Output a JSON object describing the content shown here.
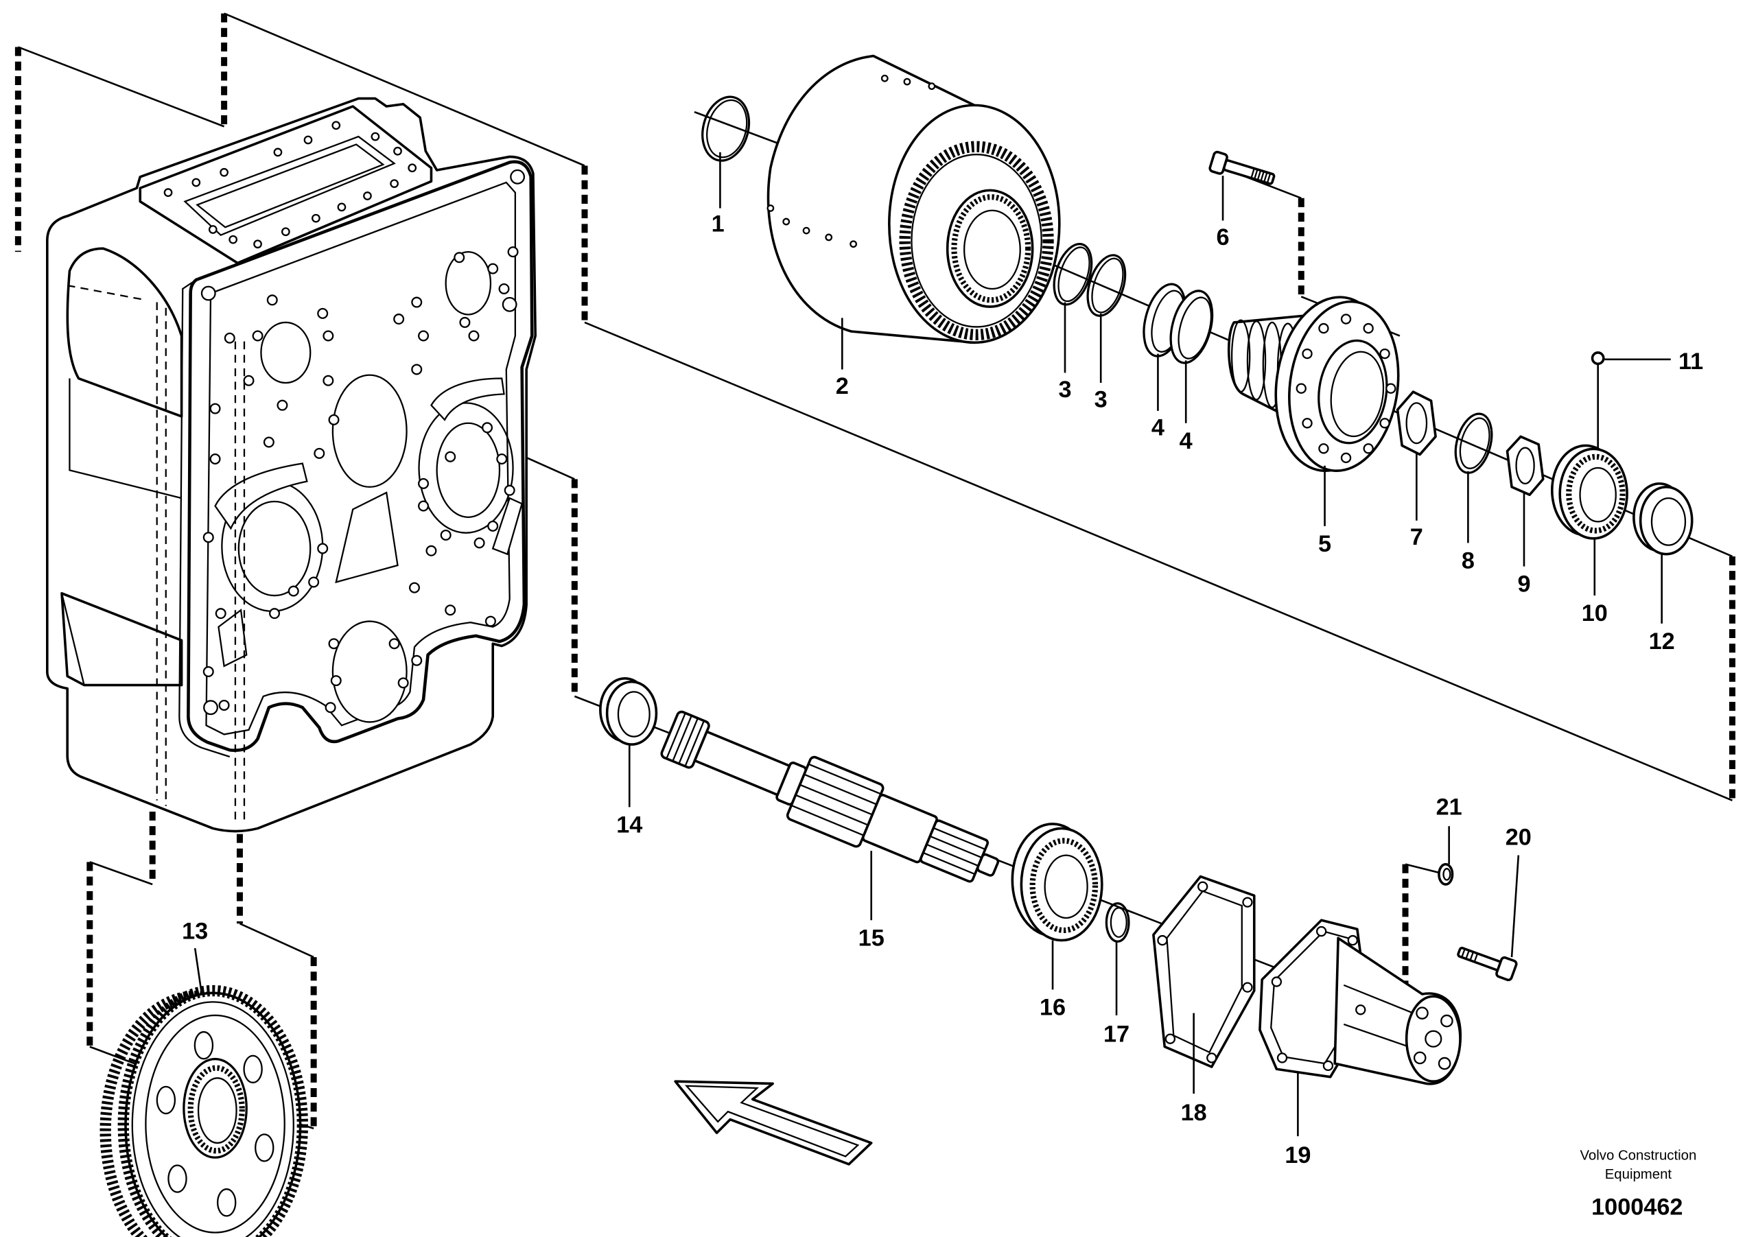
{
  "diagram": {
    "callouts": [
      "1",
      "2",
      "3",
      "3",
      "4",
      "4",
      "5",
      "6",
      "7",
      "8",
      "9",
      "10",
      "11",
      "12",
      "13",
      "14",
      "15",
      "16",
      "17",
      "18",
      "19",
      "20",
      "21"
    ]
  },
  "footer": {
    "company_line1": "Volvo Construction",
    "company_line2": "Equipment",
    "drawing_number": "1000462"
  }
}
